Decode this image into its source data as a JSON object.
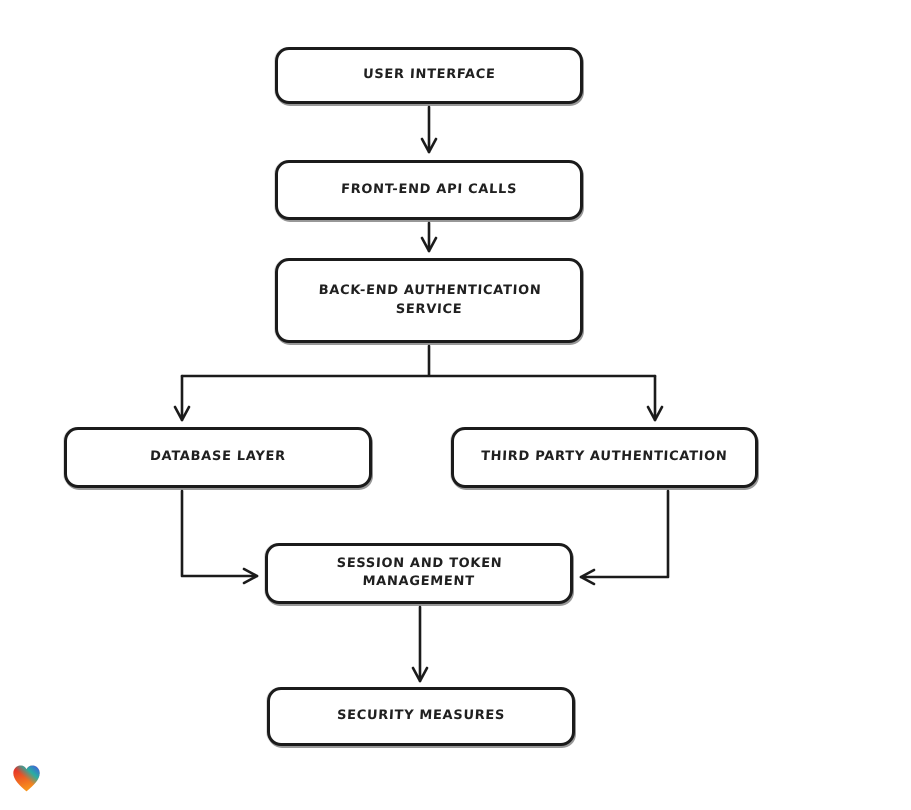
{
  "diagram": {
    "nodes": [
      {
        "id": "user-interface",
        "label": "USER INTERFACE"
      },
      {
        "id": "front-end-api-calls",
        "label": "FRONT-END API CALLS"
      },
      {
        "id": "back-end-authentication-service",
        "label": "BACK-END AUTHENTICATION SERVICE"
      },
      {
        "id": "database-layer",
        "label": "DATABASE LAYER"
      },
      {
        "id": "third-party-authentication",
        "label": "THIRD PARTY AUTHENTICATION"
      },
      {
        "id": "session-and-token-management",
        "label": "SESSION AND TOKEN MANAGEMENT"
      },
      {
        "id": "security-measures",
        "label": "SECURITY MEASURES"
      }
    ],
    "edges": [
      {
        "from": "user-interface",
        "to": "front-end-api-calls"
      },
      {
        "from": "front-end-api-calls",
        "to": "back-end-authentication-service"
      },
      {
        "from": "back-end-authentication-service",
        "to": "database-layer"
      },
      {
        "from": "back-end-authentication-service",
        "to": "third-party-authentication"
      },
      {
        "from": "database-layer",
        "to": "session-and-token-management"
      },
      {
        "from": "third-party-authentication",
        "to": "session-and-token-management"
      },
      {
        "from": "session-and-token-management",
        "to": "security-measures"
      }
    ],
    "style": {
      "stroke_color": "#1b1b1b",
      "node_fill": "#ffffff",
      "background": "#ffffff"
    }
  },
  "logo": {
    "name": "heart-logo",
    "colors": {
      "red": "#e4212a",
      "teal": "#1fb3a7",
      "blue": "#3d5ee0",
      "orange": "#f7941d"
    }
  }
}
